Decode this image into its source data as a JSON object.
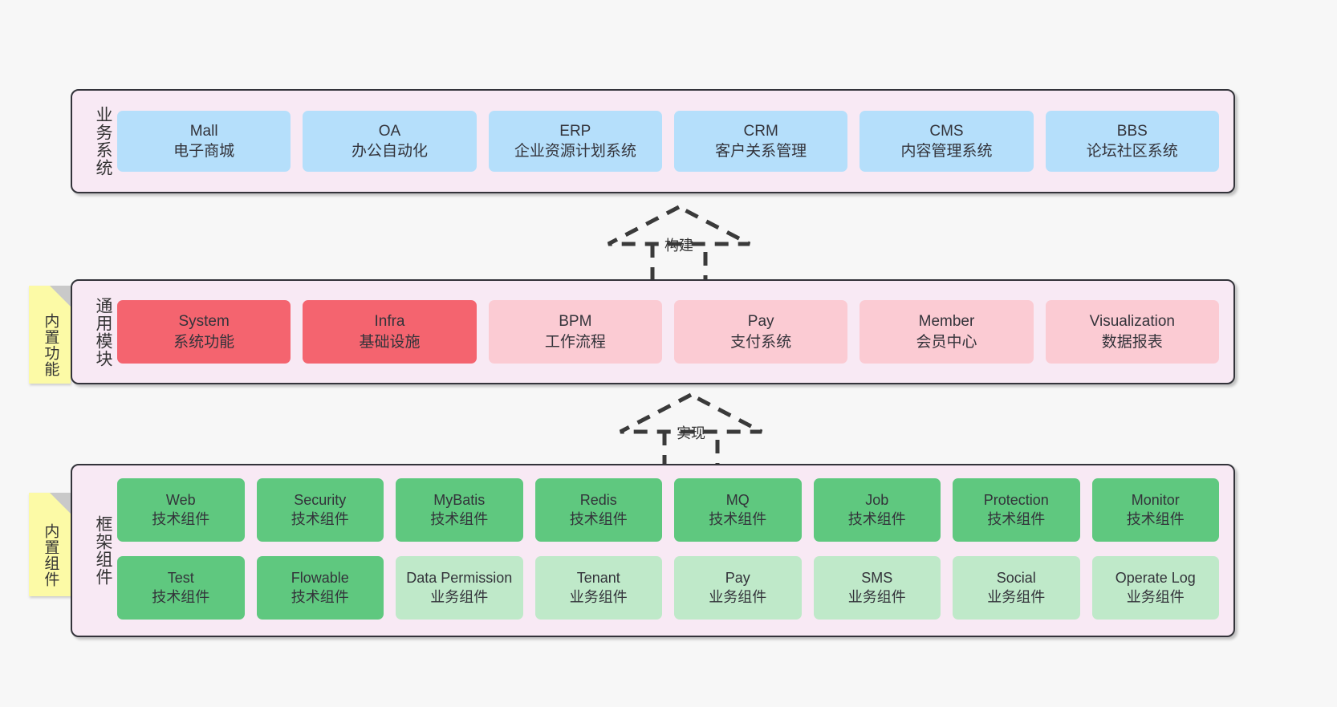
{
  "page": {
    "background": "#f7f7f7",
    "panel_bg": "#f8e9f4",
    "panel_border": "#33333a",
    "sticky_bg": "#fcfaa6"
  },
  "layers": {
    "business": {
      "label": "业务系统",
      "color": "#b5dffb",
      "cards": [
        {
          "title": "Mall",
          "subtitle": "电子商城"
        },
        {
          "title": "OA",
          "subtitle": "办公自动化"
        },
        {
          "title": "ERP",
          "subtitle": "企业资源计划系统"
        },
        {
          "title": "CRM",
          "subtitle": "客户关系管理"
        },
        {
          "title": "CMS",
          "subtitle": "内容管理系统"
        },
        {
          "title": "BBS",
          "subtitle": "论坛社区系统"
        }
      ]
    },
    "common": {
      "label": "通用模块",
      "sticky": "内置功能",
      "color_strong": "#f4646f",
      "color_soft": "#fbcbd3",
      "cards": [
        {
          "title": "System",
          "subtitle": "系统功能",
          "style": "strong"
        },
        {
          "title": "Infra",
          "subtitle": "基础设施",
          "style": "strong"
        },
        {
          "title": "BPM",
          "subtitle": "工作流程",
          "style": "soft"
        },
        {
          "title": "Pay",
          "subtitle": "支付系统",
          "style": "soft"
        },
        {
          "title": "Member",
          "subtitle": "会员中心",
          "style": "soft"
        },
        {
          "title": "Visualization",
          "subtitle": "数据报表",
          "style": "soft"
        }
      ]
    },
    "framework": {
      "label": "框架组件",
      "sticky": "内置组件",
      "color_strong": "#5fc87f",
      "color_soft": "#bfe9c9",
      "row1": [
        {
          "title": "Web",
          "subtitle": "技术组件",
          "style": "strong"
        },
        {
          "title": "Security",
          "subtitle": "技术组件",
          "style": "strong"
        },
        {
          "title": "MyBatis",
          "subtitle": "技术组件",
          "style": "strong"
        },
        {
          "title": "Redis",
          "subtitle": "技术组件",
          "style": "strong"
        },
        {
          "title": "MQ",
          "subtitle": "技术组件",
          "style": "strong"
        },
        {
          "title": "Job",
          "subtitle": "技术组件",
          "style": "strong"
        },
        {
          "title": "Protection",
          "subtitle": "技术组件",
          "style": "strong"
        },
        {
          "title": "Monitor",
          "subtitle": "技术组件",
          "style": "strong"
        }
      ],
      "row2": [
        {
          "title": "Test",
          "subtitle": "技术组件",
          "style": "strong"
        },
        {
          "title": "Flowable",
          "subtitle": "技术组件",
          "style": "strong"
        },
        {
          "title": "Data Permission",
          "subtitle": "业务组件",
          "style": "soft"
        },
        {
          "title": "Tenant",
          "subtitle": "业务组件",
          "style": "soft"
        },
        {
          "title": "Pay",
          "subtitle": "业务组件",
          "style": "soft"
        },
        {
          "title": "SMS",
          "subtitle": "业务组件",
          "style": "soft"
        },
        {
          "title": "Social",
          "subtitle": "业务组件",
          "style": "soft"
        },
        {
          "title": "Operate Log",
          "subtitle": "业务组件",
          "style": "soft"
        }
      ]
    }
  },
  "arrows": {
    "build": {
      "label": "构建",
      "style": "dashed-generalization"
    },
    "implement": {
      "label": "实现",
      "style": "dashed-generalization"
    }
  }
}
